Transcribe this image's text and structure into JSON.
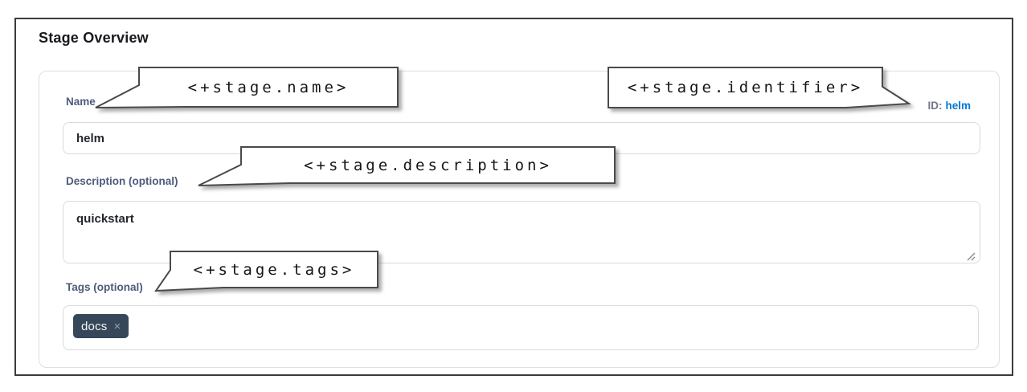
{
  "window": {
    "heading": "Stage Overview"
  },
  "form": {
    "name": {
      "label": "Name",
      "value": "helm"
    },
    "identifier": {
      "label": "ID:",
      "value": "helm"
    },
    "description": {
      "label": "Description (optional)",
      "value": "quickstart"
    },
    "tags": {
      "label": "Tags (optional)",
      "items": [
        {
          "text": "docs",
          "remove_glyph": "×"
        }
      ]
    }
  },
  "annotations": {
    "name": {
      "text": "<+stage.name>"
    },
    "identifier": {
      "text": "<+stage.identifier>"
    },
    "description": {
      "text": "<+stage.description>"
    },
    "tags": {
      "text": "<+stage.tags>"
    }
  },
  "colors": {
    "link_blue": "#0278d5",
    "label_slate": "#4d5b7c",
    "tag_chip_bg": "#364759",
    "input_border": "#d8dae3",
    "callout_border": "#4a4a4a",
    "figure_border": "#3b3b3f"
  }
}
